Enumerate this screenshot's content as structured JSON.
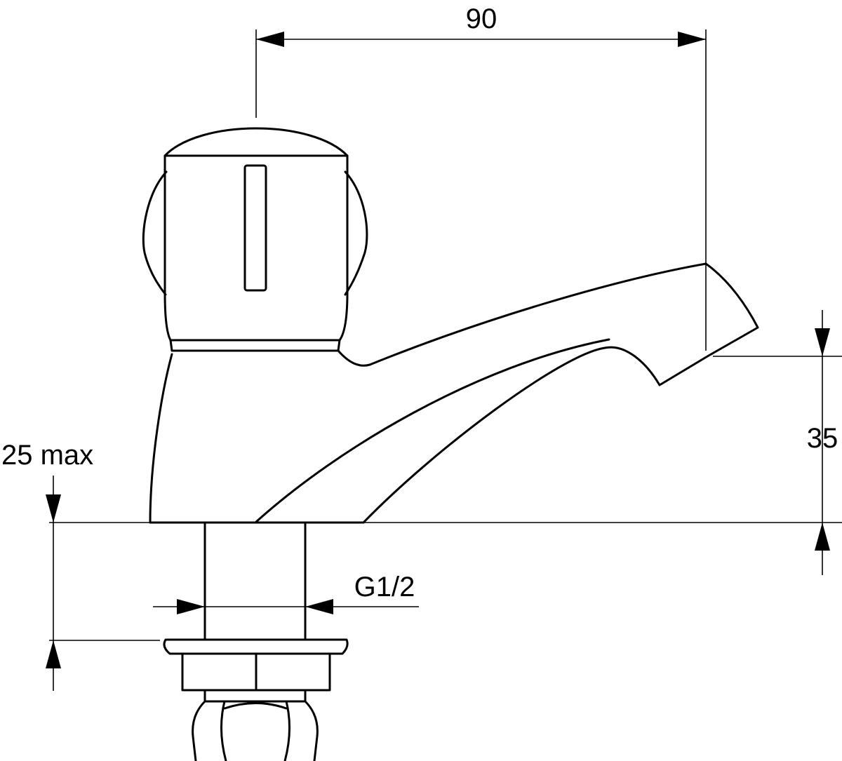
{
  "colors": {
    "line": "#000000",
    "background": "#ffffff"
  },
  "dimensions": {
    "spout_reach": "90",
    "spout_height": "35",
    "deck_thickness": "25 max",
    "thread": "G1/2"
  }
}
